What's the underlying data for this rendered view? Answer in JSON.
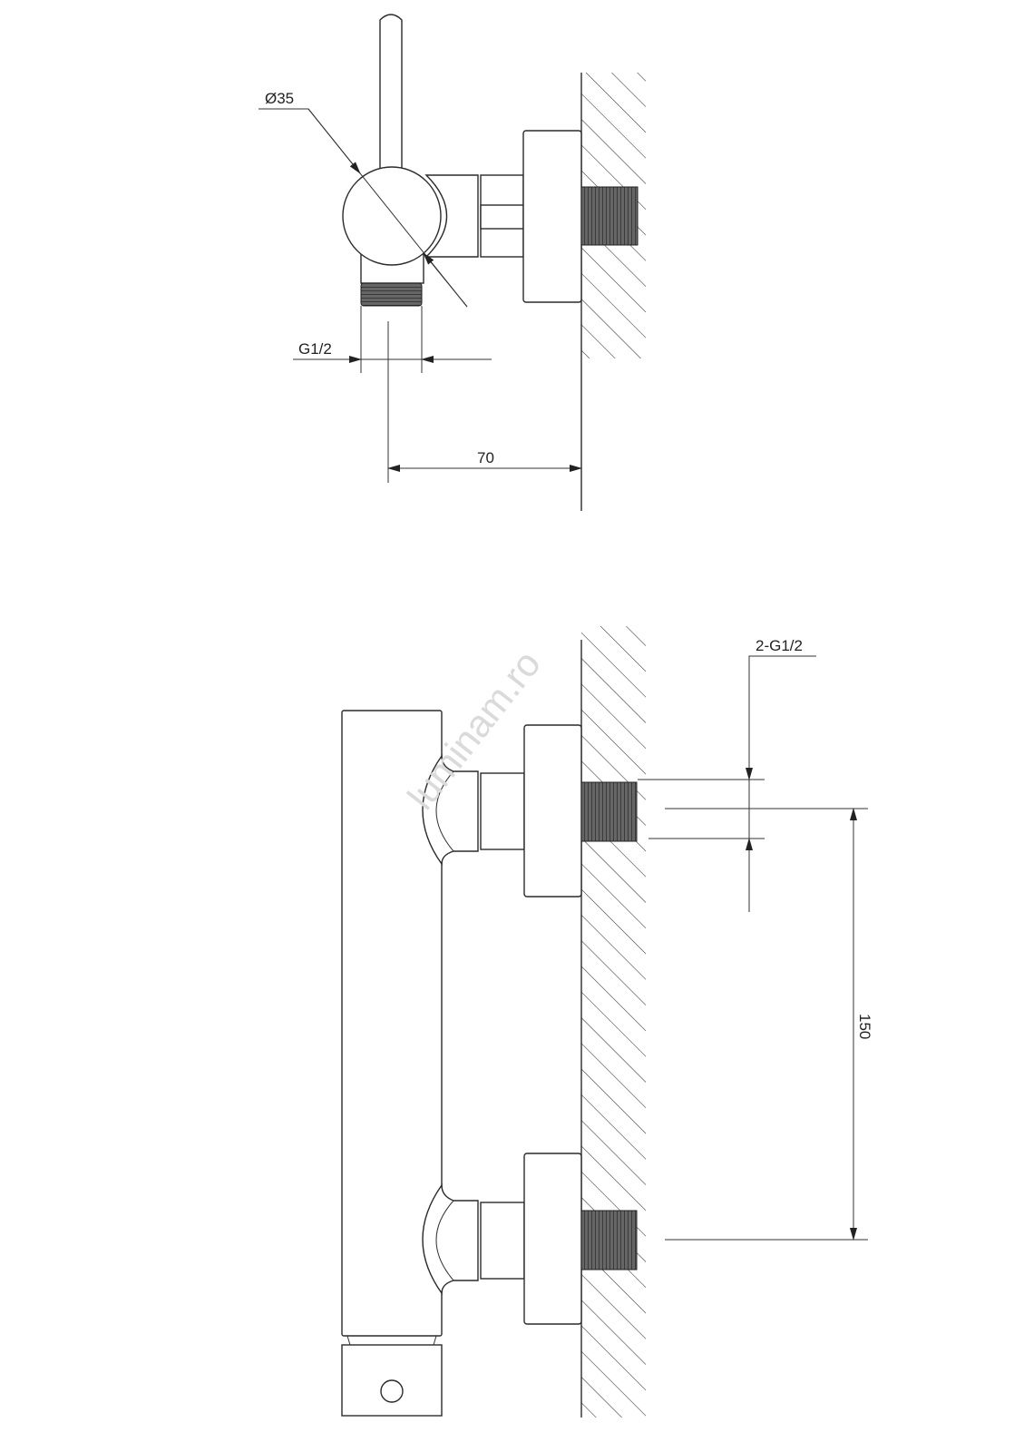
{
  "watermark": "luminam.ro",
  "top_view": {
    "diameter_label": "Ø35",
    "outlet_thread_label": "G1/2",
    "projection_label": "70"
  },
  "side_view": {
    "inlet_thread_label": "2-G1/2",
    "inlet_spacing_label": "150"
  }
}
